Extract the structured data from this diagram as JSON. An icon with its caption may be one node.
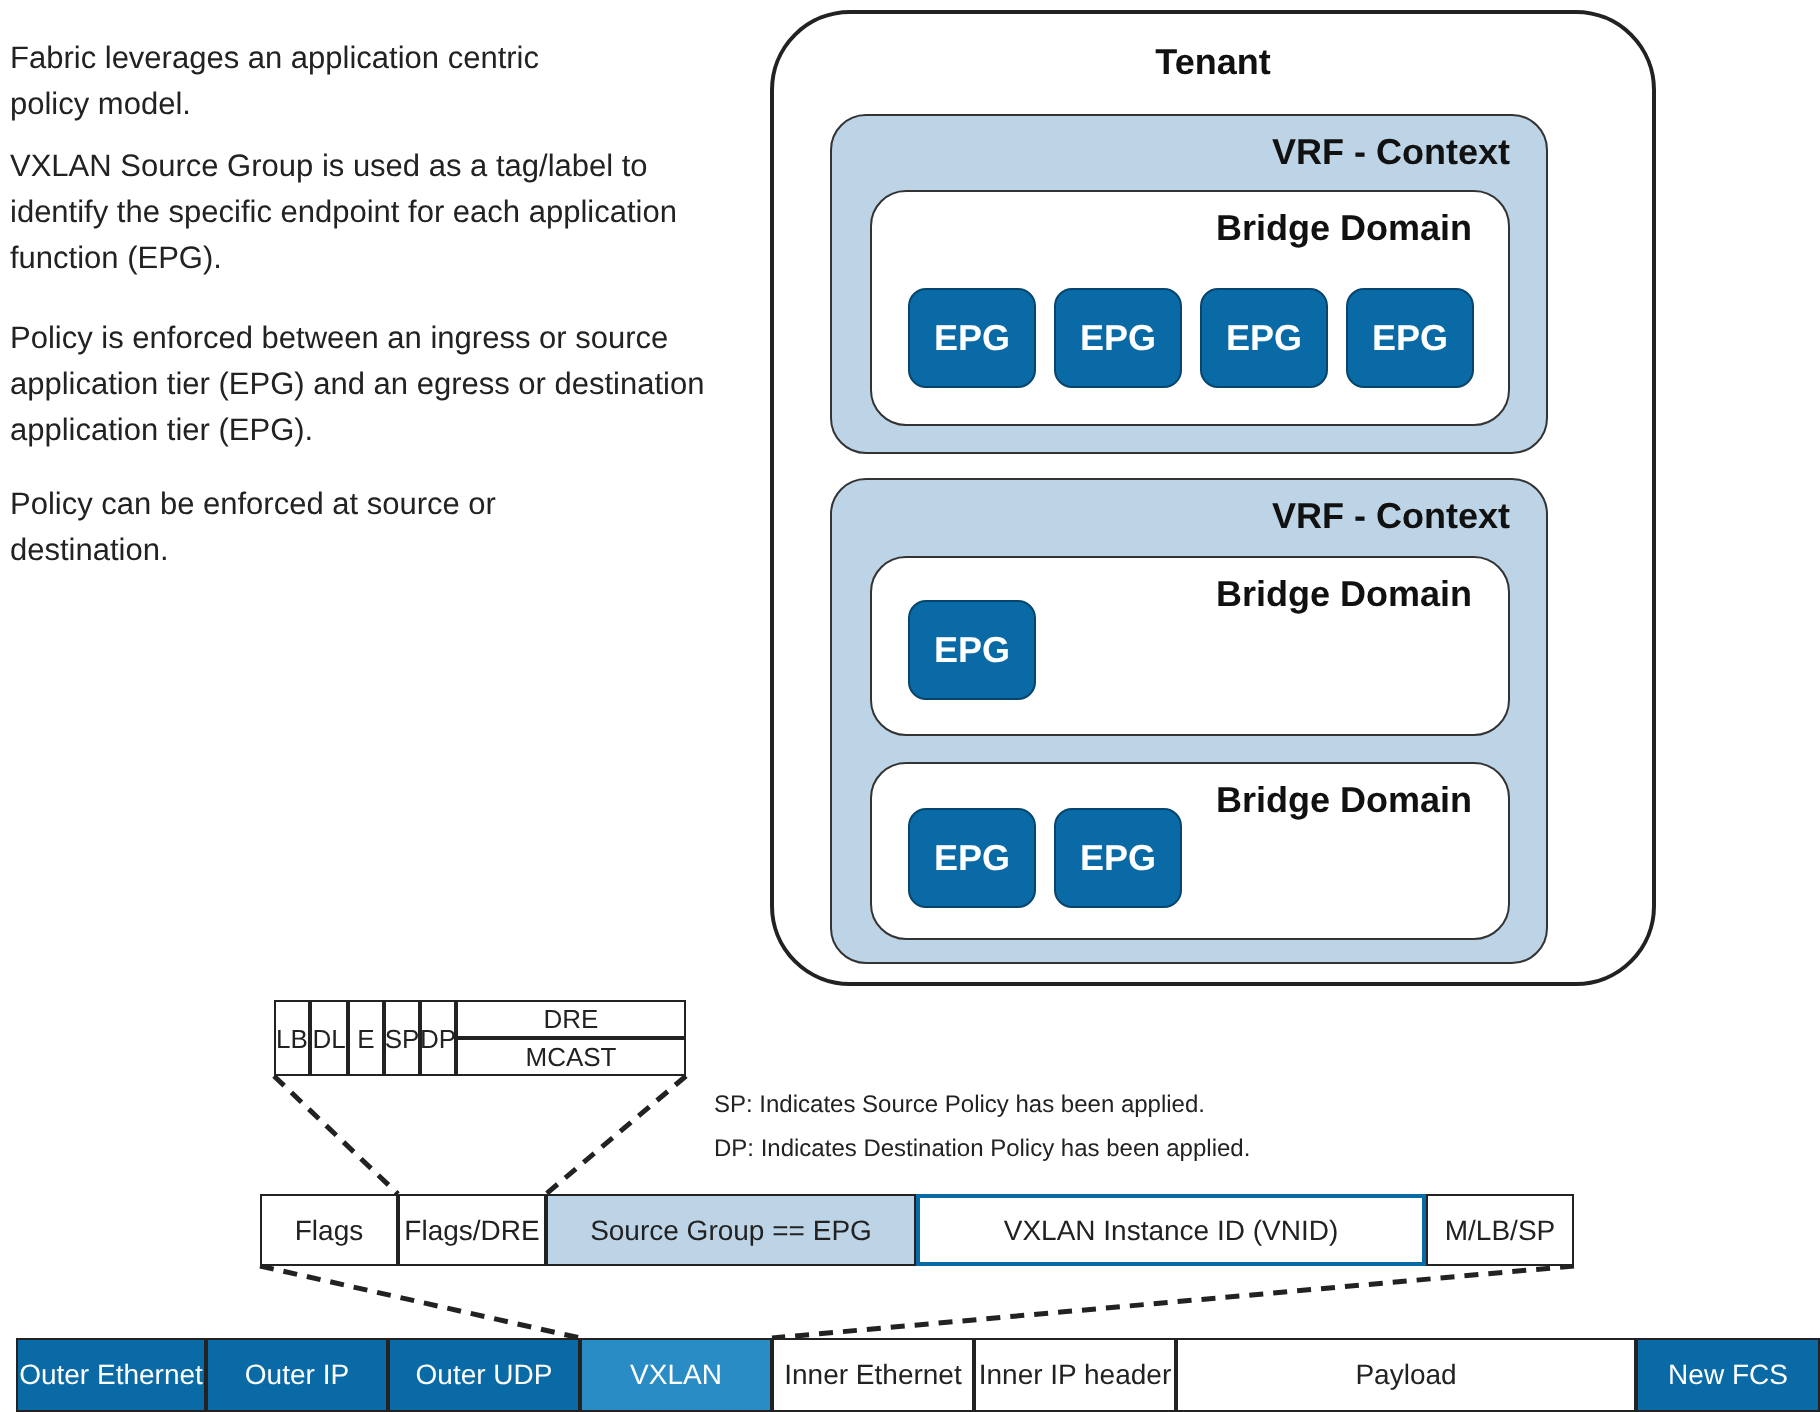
{
  "diagram": {
    "nodes": [
      {
        "text": [
          "Tenant"
        ]
      },
      {
        "text": [
          "VRF - Context"
        ],
        "in": 0
      },
      {
        "text": [
          "Bridge Domain"
        ],
        "in": 1
      },
      {
        "text": [
          "EPG"
        ],
        "in": 2
      },
      {
        "text": [
          "EPG"
        ],
        "in": 2
      },
      {
        "text": [
          "EPG"
        ],
        "in": 2
      },
      {
        "text": [
          "EPG"
        ],
        "in": 2
      },
      {
        "text": [
          "VRF - Context"
        ],
        "in": 0
      },
      {
        "text": [
          "Bridge Domain"
        ],
        "in": 7
      },
      {
        "text": [
          "EPG"
        ],
        "in": 8
      },
      {
        "text": [
          "Bridge Domain"
        ],
        "in": 7
      },
      {
        "text": [
          "EPG"
        ],
        "in": 10
      },
      {
        "text": [
          "EPG"
        ],
        "in": 10
      },
      {
        "text": [
          "LB"
        ]
      },
      {
        "text": [
          "DL"
        ]
      },
      {
        "text": [
          "E"
        ]
      },
      {
        "text": [
          "SP"
        ]
      },
      {
        "text": [
          "DP"
        ]
      },
      {
        "text": [
          "DRE"
        ]
      },
      {
        "text": [
          "MCAST"
        ]
      },
      {
        "text": [
          "Flags"
        ]
      },
      {
        "text": [
          "Flags/DRE"
        ]
      },
      {
        "text": [
          "Source Group == EPG"
        ]
      },
      {
        "text": [
          "VXLAN Instance ID (VNID)"
        ]
      },
      {
        "text": [
          "M/LB/SP"
        ]
      },
      {
        "text": [
          "Outer Ethernet"
        ]
      },
      {
        "text": [
          "Outer IP"
        ]
      },
      {
        "text": [
          "Outer UDP"
        ]
      },
      {
        "text": [
          "VXLAN"
        ]
      },
      {
        "text": [
          "Inner Ethernet"
        ]
      },
      {
        "text": [
          "Inner IP header"
        ]
      },
      {
        "text": [
          "Payload"
        ]
      },
      {
        "text": [
          "New FCS"
        ]
      }
    ],
    "edges": [
      {
        "from": 13,
        "to": 21,
        "arrow": "none",
        "style": "dashed"
      },
      {
        "from": 19,
        "to": 21,
        "arrow": "none",
        "style": "dashed"
      },
      {
        "from": 20,
        "to": 27,
        "arrow": "none",
        "style": "dashed"
      },
      {
        "from": 24,
        "to": 28,
        "arrow": "none",
        "style": "dashed"
      }
    ],
    "labels": [
      "Fabric leverages an application centric policy model.",
      "VXLAN Source Group is used as a tag/label to identify the specific endpoint for each application function (EPG).",
      "Policy is enforced between an ingress or source application tier (EPG) and an egress or destination application tier (EPG).",
      "Policy can be enforced at source or destination.",
      "SP: Indicates Source Policy has been applied.",
      "DP: Indicates Destination Policy has been applied."
    ]
  }
}
